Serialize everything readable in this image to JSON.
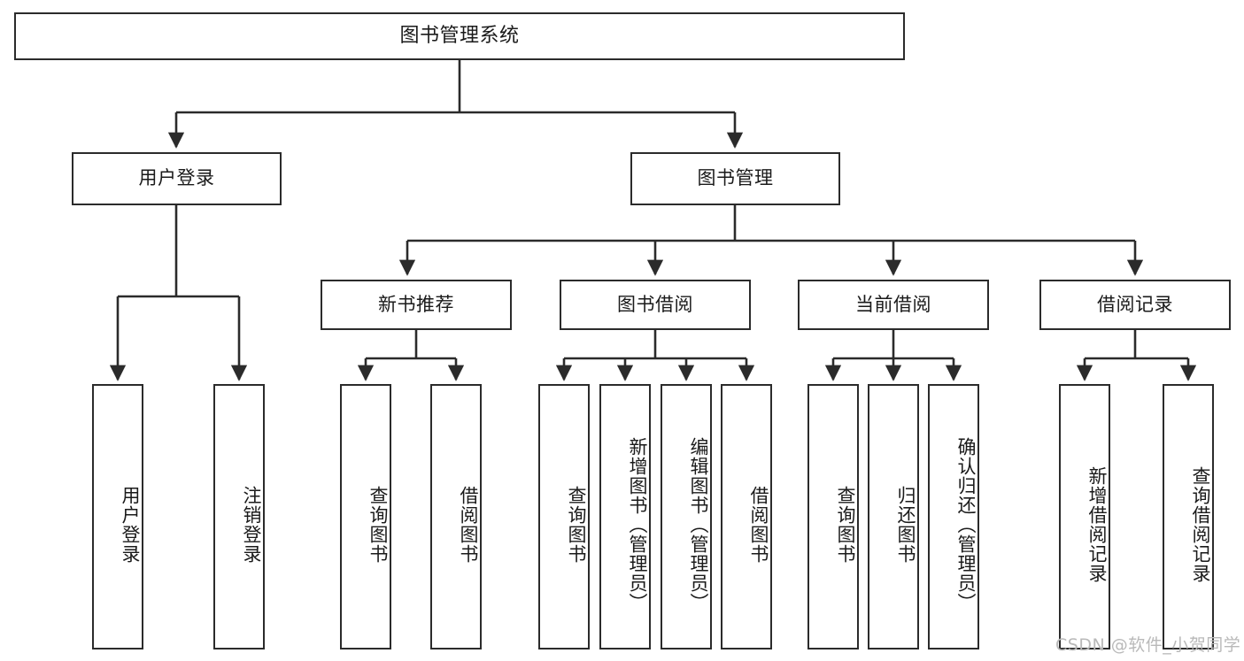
{
  "diagram": {
    "type": "tree-hierarchy",
    "title": "图书管理系统",
    "root": {
      "label": "图书管理系统"
    },
    "level2": [
      {
        "id": "user-login",
        "label": "用户登录"
      },
      {
        "id": "book-management",
        "label": "图书管理"
      }
    ],
    "level3": [
      {
        "id": "new-book-recommend",
        "label": "新书推荐",
        "parent": "book-management"
      },
      {
        "id": "book-borrow",
        "label": "图书借阅",
        "parent": "book-management"
      },
      {
        "id": "current-borrow",
        "label": "当前借阅",
        "parent": "book-management"
      },
      {
        "id": "borrow-record",
        "label": "借阅记录",
        "parent": "book-management"
      }
    ],
    "leaves": {
      "user_login": [
        {
          "id": "leaf-user-login",
          "label": "用户登录"
        },
        {
          "id": "leaf-user-logout",
          "label": "注销登录"
        }
      ],
      "new_book_recommend": [
        {
          "id": "leaf-query-book-1",
          "label": "查询图书"
        },
        {
          "id": "leaf-borrow-book-1",
          "label": "借阅图书"
        }
      ],
      "book_borrow": [
        {
          "id": "leaf-query-book-2",
          "label": "查询图书"
        },
        {
          "id": "leaf-add-book",
          "label": "新增图书（管理员）"
        },
        {
          "id": "leaf-edit-book",
          "label": "编辑图书（管理员）"
        },
        {
          "id": "leaf-borrow-book-2",
          "label": "借阅图书"
        }
      ],
      "current_borrow": [
        {
          "id": "leaf-query-book-3",
          "label": "查询图书"
        },
        {
          "id": "leaf-return-book",
          "label": "归还图书"
        },
        {
          "id": "leaf-confirm-return",
          "label": "确认归还（管理员）"
        }
      ],
      "borrow_record": [
        {
          "id": "leaf-add-record",
          "label": "新增借阅记录"
        },
        {
          "id": "leaf-query-record",
          "label": "查询借阅记录"
        }
      ]
    }
  },
  "watermark": {
    "text": "CSDN @软件_小贺同学"
  },
  "colors": {
    "box_border": "#2b2b2b",
    "box_fill": "#ffffff",
    "line": "#2b2b2b",
    "text": "#1a1a1a",
    "watermark": "#b9b9b9",
    "background": "#ffffff"
  }
}
